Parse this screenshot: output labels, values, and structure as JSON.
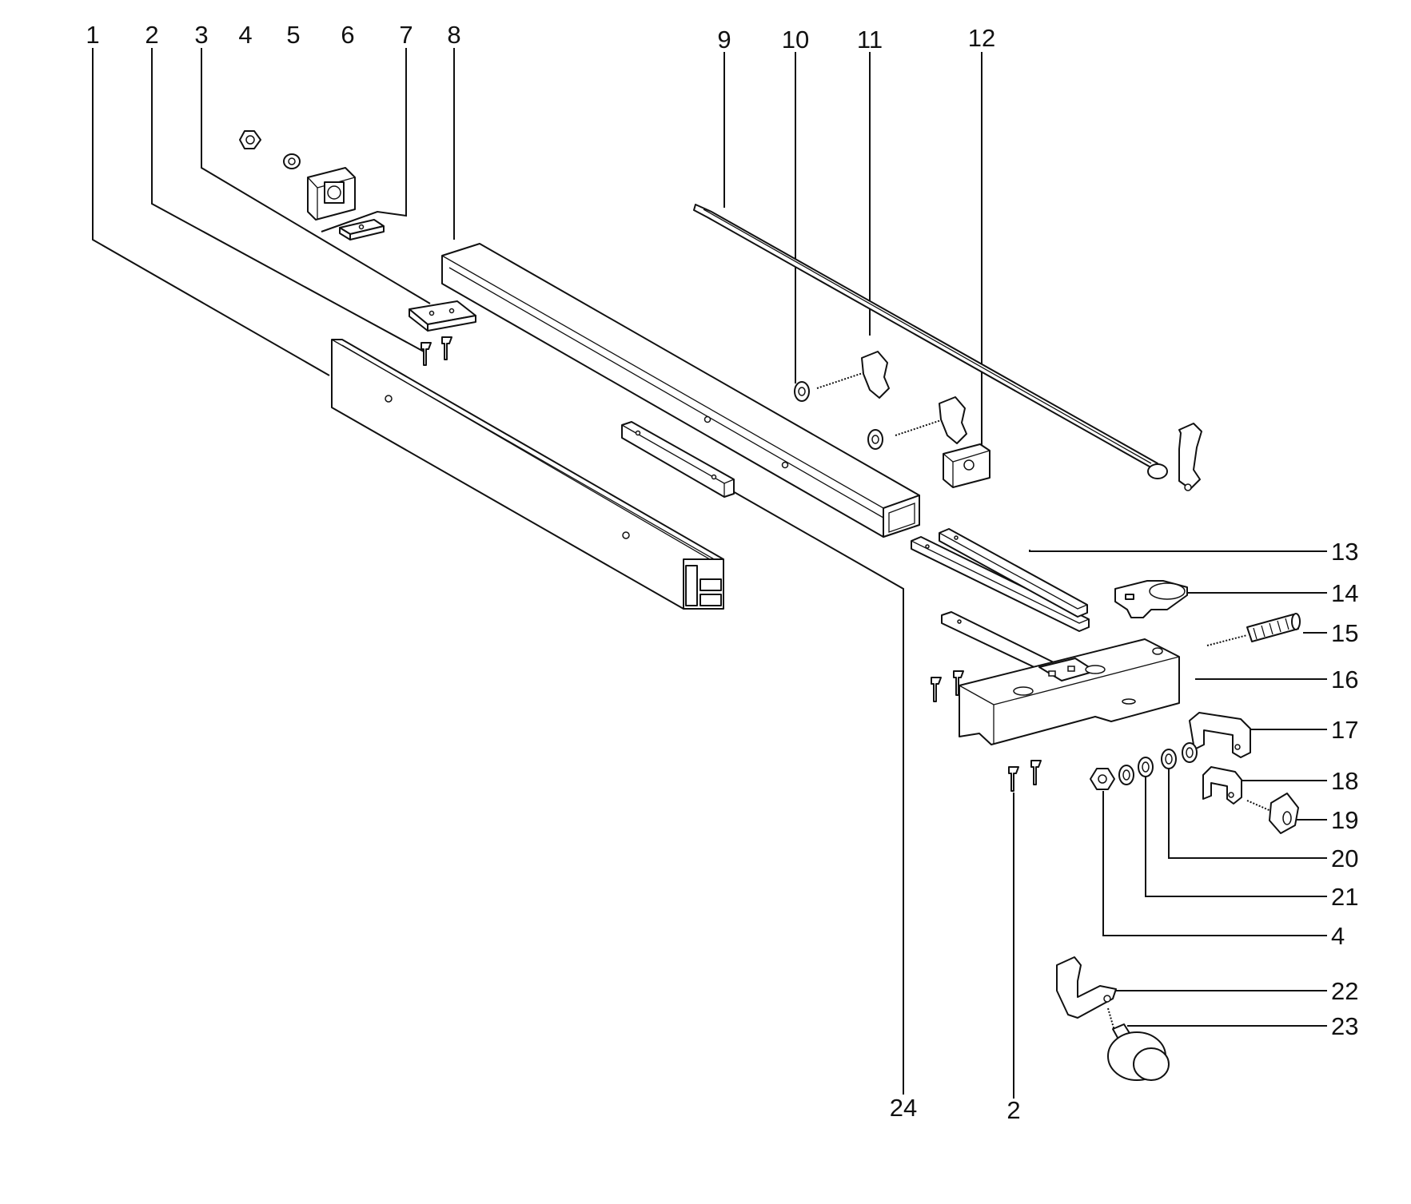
{
  "diagram": {
    "callouts": [
      {
        "id": "c1",
        "label": "1"
      },
      {
        "id": "c2a",
        "label": "2"
      },
      {
        "id": "c3",
        "label": "3"
      },
      {
        "id": "c4a",
        "label": "4"
      },
      {
        "id": "c5",
        "label": "5"
      },
      {
        "id": "c6",
        "label": "6"
      },
      {
        "id": "c7",
        "label": "7"
      },
      {
        "id": "c8",
        "label": "8"
      },
      {
        "id": "c9",
        "label": "9"
      },
      {
        "id": "c10",
        "label": "10"
      },
      {
        "id": "c11",
        "label": "11"
      },
      {
        "id": "c12",
        "label": "12"
      },
      {
        "id": "c13",
        "label": "13"
      },
      {
        "id": "c14",
        "label": "14"
      },
      {
        "id": "c15",
        "label": "15"
      },
      {
        "id": "c16",
        "label": "16"
      },
      {
        "id": "c17",
        "label": "17"
      },
      {
        "id": "c18",
        "label": "18"
      },
      {
        "id": "c19",
        "label": "19"
      },
      {
        "id": "c20",
        "label": "20"
      },
      {
        "id": "c21",
        "label": "21"
      },
      {
        "id": "c4b",
        "label": "4"
      },
      {
        "id": "c22",
        "label": "22"
      },
      {
        "id": "c23",
        "label": "23"
      },
      {
        "id": "c24",
        "label": "24"
      },
      {
        "id": "c2b",
        "label": "2"
      }
    ]
  }
}
